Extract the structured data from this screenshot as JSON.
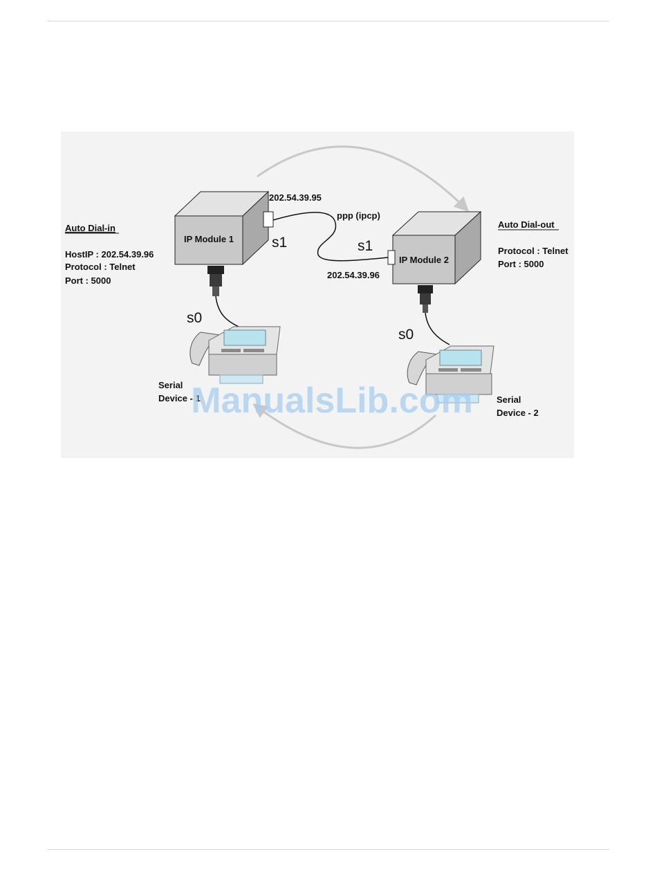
{
  "diagram": {
    "module1_label": "IP Module 1",
    "module2_label": "IP Module 2",
    "module1_ip": "202.54.39.95",
    "module2_ip": "202.54.39.96",
    "link_label": "ppp (ipcp)",
    "m1_port_s1": "s1",
    "m2_port_s1": "s1",
    "m1_port_s0": "s0",
    "m2_port_s0": "s0",
    "dial_in": {
      "title": "Auto Dial-in",
      "host_ip": "HostIP : 202.54.39.96",
      "protocol": "Protocol : Telnet",
      "port": "Port : 5000"
    },
    "dial_out": {
      "title": "Auto Dial-out",
      "protocol": "Protocol : Telnet",
      "port": "Port : 5000"
    },
    "device1": {
      "line1": "Serial",
      "line2": "Device - 1"
    },
    "device2": {
      "line1": "Serial",
      "line2": "Device - 2"
    }
  },
  "watermark": "ManualsLib.com"
}
